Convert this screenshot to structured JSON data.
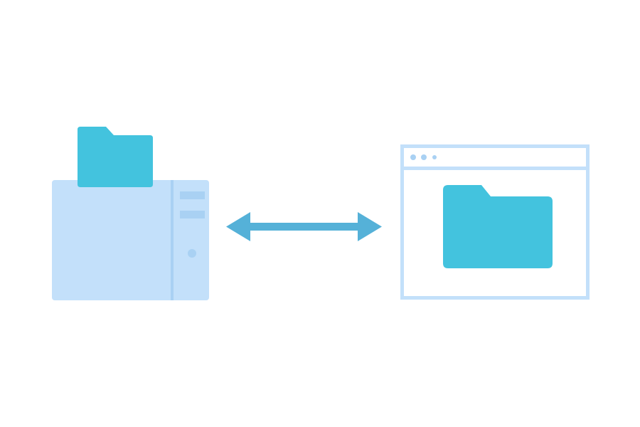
{
  "diagram": {
    "colors": {
      "background": "#ffffff",
      "server_body": "#c3e0fa",
      "server_accent": "#a9d1f3",
      "folder": "#43c3de",
      "arrow": "#55b1d8",
      "window_frame": "#c3e0fa",
      "window_dots": "#a9d1f3"
    },
    "nodes": [
      {
        "id": "local-server",
        "icon": "server-icon"
      },
      {
        "id": "local-folder",
        "icon": "folder-icon"
      },
      {
        "id": "cloud-window",
        "icon": "browser-window-icon"
      },
      {
        "id": "cloud-folder",
        "icon": "folder-icon"
      }
    ],
    "connector": {
      "type": "bidirectional-arrow",
      "from": "local-server",
      "to": "cloud-window"
    }
  }
}
